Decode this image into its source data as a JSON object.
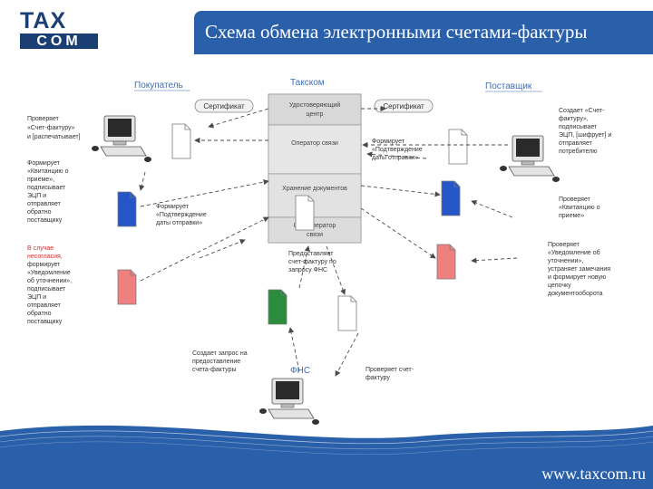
{
  "logo": {
    "top": "TAX",
    "bottom": "COM"
  },
  "header": {
    "title": "Схема обмена электронными счетами-фактуры"
  },
  "footer": {
    "url": "www.taxcom.ru"
  },
  "colors": {
    "accent": "#2a60aa",
    "brand": "#1b3f73",
    "arrow": "#4a4a4a",
    "doc_blue": "#2456c8",
    "doc_green": "#2a8c3c",
    "doc_red": "#f08080"
  },
  "labels": {
    "buyer": "Покупатель",
    "taxcom": "Такском",
    "supplier": "Поставщик",
    "fns": "ФНС",
    "cert_left": "Сертификат",
    "cert_right": "Сертификат"
  },
  "center": {
    "uc": [
      "Удостоверяющий",
      "центр"
    ],
    "operator": "Оператор связи",
    "storage": "Хранение документов",
    "special": [
      "Спецоператор",
      "связи"
    ]
  },
  "notes": {
    "buyer_check": [
      "Проверяет",
      "«Счет-фактуру»",
      "и [распечатывает]"
    ],
    "buyer_receipt": [
      "Формирует",
      "«Квитанцию о",
      "приеме»,",
      "подписывает",
      "ЭЦП и",
      "отправляет",
      "обратно",
      "поставщику"
    ],
    "buyer_dispute": [
      "В случае",
      "несогласия,"
    ],
    "buyer_dispute_rest": [
      "формирует",
      "«Уведомление",
      "об уточнении»,",
      "подписывает",
      "ЭЦП и",
      "отправляет",
      "обратно",
      "поставщику"
    ],
    "taxcom_confirm_left": [
      "Формирует",
      "«Подтверждение",
      "даты отправки»"
    ],
    "taxcom_confirm_right": [
      "Формирует",
      "«Подтверждение",
      "даты отправки»"
    ],
    "supplier_create": [
      "Создает «Счет-",
      "фактуру»,",
      "подписывает",
      "ЭЦП, [шифрует] и",
      "отправляет",
      "потребителю"
    ],
    "supplier_check_receipt": [
      "Проверяет",
      "«Квитанцию о",
      "приеме»"
    ],
    "supplier_check_notice": [
      "Проверяет",
      "«Уведомление об",
      "уточнении»,",
      "устраняет замечания",
      "и формирует новую",
      "цепочку",
      "документооборота"
    ],
    "provides": [
      "Предоставляет",
      "счет-фактуру по",
      "запросу ФНС"
    ],
    "fns_request": [
      "Создает запрос на",
      "предоставление",
      "счета-фактуры"
    ],
    "fns_check": [
      "Проверяет счет-",
      "фактуру"
    ]
  }
}
